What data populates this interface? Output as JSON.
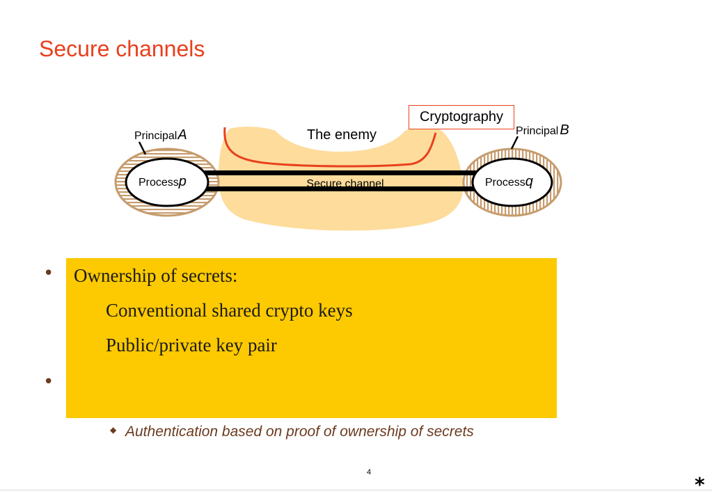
{
  "slide": {
    "title": "Secure channels",
    "page_number": "4",
    "corner_mark": "*"
  },
  "diagram": {
    "principal_a_word": "Principal",
    "principal_a_var": "A",
    "principal_b_word": "Principal",
    "principal_b_var": "B",
    "process_p_word": "Process",
    "process_p_var": "p",
    "process_q_word": "Process",
    "process_q_var": "q",
    "enemy_label": "The enemy",
    "channel_label": "Secure channel",
    "crypto_label": "Cryptography",
    "colors": {
      "enemy_fill": "#fddc9c",
      "crypto_line": "#e8401c",
      "principal_ring": "#c69c6d"
    }
  },
  "content": {
    "box_heading": "Ownership of secrets:",
    "box_item_1": "Conventional shared crypto keys",
    "box_item_2": "Public/private key pair",
    "sub_point": "Authentication based on proof of ownership of secrets",
    "box_color": "#fdc900"
  }
}
